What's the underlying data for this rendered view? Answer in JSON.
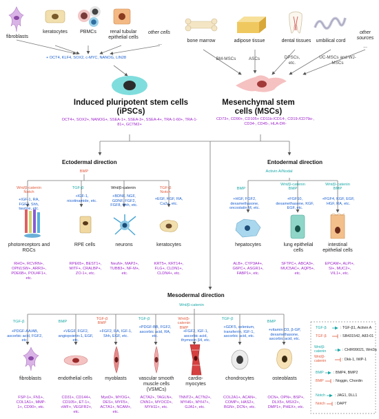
{
  "sources_left": {
    "fibroblasts": "fibroblasts",
    "keratocytes": "keratocytes",
    "pbmcs": "PBMCs",
    "renal": "renal tubular epithelial cells",
    "other": "other cells",
    "dots": "..."
  },
  "sources_right": {
    "bone_marrow": "bone marrow",
    "adipose": "adipose tissue",
    "dental": "dental tissues",
    "umbilical": "umbilical cord",
    "other": "other sources",
    "dots": "...",
    "bm_mscs": "BM-MSCs",
    "ascs": "ASCs",
    "dpscs": "DPSCs, etc.",
    "uc_mscs": "UC-MSCs and WJ-MSCs"
  },
  "reprogramming_factors": "+ OCT4, KLF4, SOX2, c-MYC, NANOG, LIN28",
  "ipsc": {
    "title": "Induced pluripotent stem cells (iPSCs)",
    "markers": "OCT4+, SOX2+, NANOG+, SSEA-1+, SSEA-3+, SSEA-4+, TRA-1-60+, TRA-1-81+, GCTM2+"
  },
  "msc": {
    "title": "Mesenchymal stem cells (MSCs)",
    "markers": "CD73+, CD90+, CD105+ CD11b-/CD14-, CD19-/CD79α-, CD34-, CD45-, HLA-DR-"
  },
  "ecto": {
    "title": "Ectodermal direction",
    "bmp": "BMP",
    "branches": [
      {
        "signals": "Wnt/β-catenin\nNotch",
        "factors": "+IGF-1, RA, FGF2, Shh, taurine, etc.",
        "name": "photoreceptors and RGCs",
        "markers": "RHO+, RCVRN+, OPN1SW+, ARR3+, PDE6B+, POU4F1+, etc."
      },
      {
        "signals": "TGF-β",
        "factors": "+IGF-1, nicotinamide, etc.",
        "name": "RPE cells",
        "markers": "RPE65+, BEST1+, MITF+, CRALBP+, ZO-1+, etc."
      },
      {
        "signals": "Wnt/β-catenin",
        "factors": "+BDNF, NGF, GDNF, FGF2, FGF8, Shh, etc.",
        "name": "neurons",
        "markers": "NeuN+, MAP2+, TUBB3+, NF-M+, etc."
      },
      {
        "signals": "TGF-β\nNotch",
        "factors": "+EGF, KGF, RA, Ca2+, etc.",
        "name": "keratocytes",
        "markers": "KRT5+, KRT14+, FLG+, CLDN1+, CLDN4+, etc."
      }
    ]
  },
  "endo": {
    "title": "Entodermal direction",
    "activin": "Activin A/Nodal",
    "branches": [
      {
        "signals": "BMP",
        "factors": "+HGF, FGF2, dexamethasone, oncostatin M, etc.",
        "name": "hepatocytes",
        "markers": "ALB+, CYP3A4+, G6PC+, ASGR1+, FABP1+, etc."
      },
      {
        "signals": "Wnt/β-catenin\nBMP",
        "factors": "+FGF10, dexamethasone, KGF, EGF, etc.",
        "name": "lung epithelial cells",
        "markers": "SFTPC+, ABCA3+, MUC5AC+, AQP5+, etc."
      },
      {
        "signals": "Wnt/β-catenin\nBMP",
        "factors": "+FGF4, KGF, EGF, HGF, RA, etc.",
        "name": "intestinal epithelial cells",
        "markers": "EPCAM+, ALPI+, SI+, MUC2+, VIL1+, etc."
      }
    ]
  },
  "meso": {
    "title": "Mesodermal direction",
    "wnt": "Wnt/β-catenin",
    "branches": [
      {
        "signals": "TGF-β",
        "factors": "+PDGF-AA/AB, ascorbic acid, FGF2, etc.",
        "name": "fibroblasts",
        "markers": "FSP-1+, FN1+, COL1A1+, MMP-1+, CD90+, etc."
      },
      {
        "signals": "BMP",
        "factors": "+VEGF, FGF2, angiopoietin-1, EGF, etc.",
        "name": "endothelial cells",
        "markers": "CD31+, CD144+, CD105+, ET-1+, vWF+, VEGFR2+, etc."
      },
      {
        "signals": "TGF-β\nBMP",
        "factors": "+FGF2, RA, IGF-1, Shh, EGF, etc.",
        "name": "myoblasts",
        "markers": "MyoD+, MYOG+, DES+, MYF5+, ACTA1+, NCAM+, etc."
      },
      {
        "signals": "TGF-β",
        "factors": "+PDGF-BB, FGF2, ascorbic acid, RA, etc.",
        "name": "vascular smooth muscle cells (VSMCs)",
        "markers": "ACTA2+, TAGLN+, CNN1+, MYOCD+, MYH11+, etc."
      },
      {
        "signals": "Wnt/β-catenin\nBMP",
        "factors": "+FGF2, IGF-1, ascorbic acid, thymosin β4, etc.",
        "name": "cardio-myocytes",
        "markers": "TNNT2+, ACTN2+, MYH6+, MYH7+, GJA1+, etc."
      },
      {
        "signals": "TGF-β",
        "factors": "+GDF5, selenium, transferrin, IGF-1, ascorbic acid, etc.",
        "name": "chondrocytes",
        "markers": "COL2A1+, ACAN+, COMP+, HAS2+, BGN+, DCN+, etc."
      },
      {
        "signals": "BMP",
        "factors": "+vitamin D3, β-GP, dexamethasone, ascorbic acid, etc.",
        "name": "osteoblasts",
        "markers": "OCN+, OPN+, BSP+, DLX5+, MSX2+, DMP1+, PHEX+, etc."
      }
    ]
  },
  "legend": [
    {
      "pathway": "TGF-β",
      "kind": "activator",
      "agents": ": TGF-β1, Activin A"
    },
    {
      "pathway": "TGF-β",
      "kind": "inhibitor",
      "agents": ": SB431542, A83-01"
    },
    {
      "pathway": "Wnt/β-catenin",
      "kind": "activator",
      "agents": ": CHIR99021, Wnt3a"
    },
    {
      "pathway": "Wnt/β-catenin",
      "kind": "inhibitor",
      "agents": ": Dkk-1, IWP-1"
    },
    {
      "pathway": "BMP",
      "kind": "activator",
      "agents": ": BMP4, BMP2"
    },
    {
      "pathway": "BMP",
      "kind": "inhibitor",
      "agents": ": Noggin, Chordin"
    },
    {
      "pathway": "Notch",
      "kind": "activator",
      "agents": ": JAG1, DLL1"
    },
    {
      "pathway": "Notch",
      "kind": "inhibitor",
      "agents": ": DAPT"
    }
  ],
  "colors": {
    "activator": "#1ba8a8",
    "inhibitor": "#e05a3c",
    "factors": "#1a5fd0",
    "markers": "#9b1fc8",
    "lines": "#555555"
  }
}
